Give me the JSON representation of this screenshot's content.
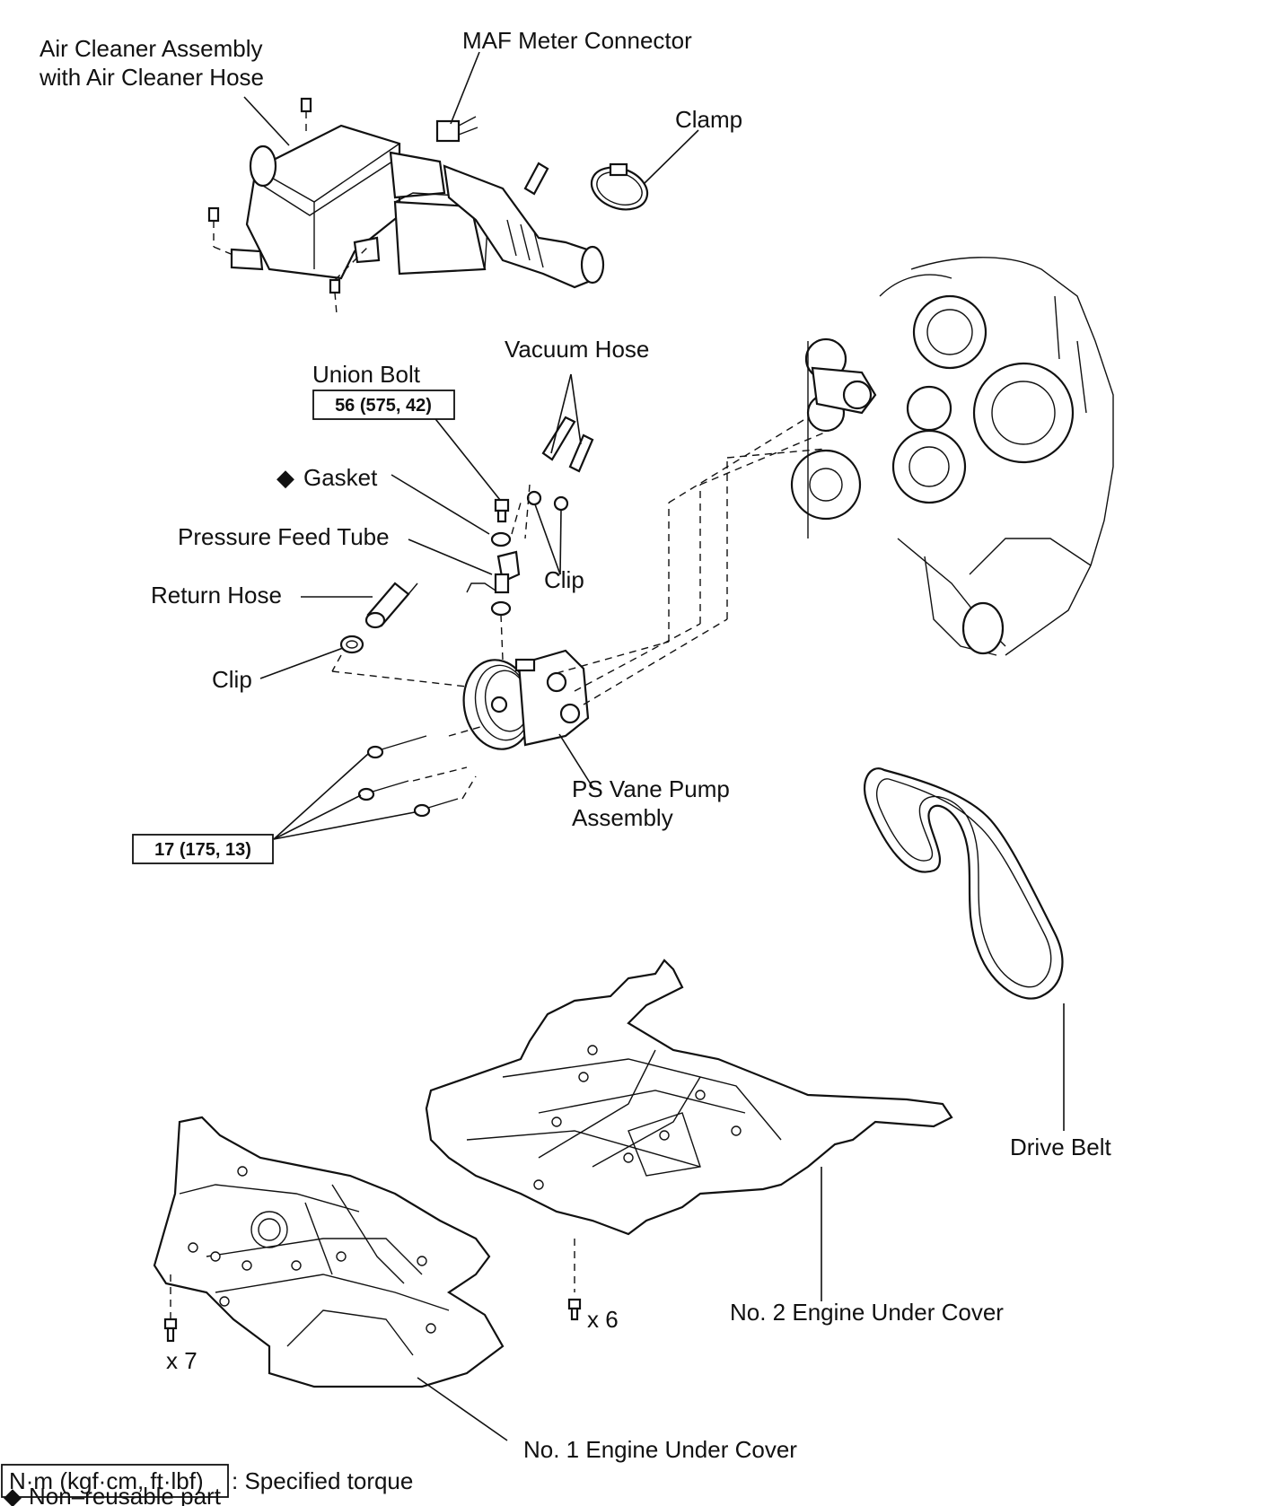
{
  "labels": {
    "air_cleaner": [
      "Air Cleaner Assembly",
      "with Air Cleaner Hose"
    ],
    "maf_connector": "MAF Meter Connector",
    "clamp": "Clamp",
    "vacuum_hose": "Vacuum Hose",
    "union_bolt": "Union Bolt",
    "gasket": "Gasket",
    "pressure_feed_tube": "Pressure Feed Tube",
    "return_hose": "Return Hose",
    "clip_upper": "Clip",
    "clip_lower": "Clip",
    "ps_vane_pump": [
      "PS Vane Pump",
      "Assembly"
    ],
    "drive_belt": "Drive Belt",
    "no2_under_cover": "No. 2 Engine Under Cover",
    "no1_under_cover": "No. 1 Engine Under Cover",
    "bolt_count_left": "x 7",
    "bolt_count_right": "x 6"
  },
  "torque_specs": {
    "union_bolt": "56 (575, 42)",
    "pump_bolts": "17 (175, 13)"
  },
  "symbols": {
    "non_reusable": "◆"
  },
  "legend": {
    "torque_box": "N·m (kgf·cm, ft·lbf)",
    "torque_desc": ": Specified torque",
    "non_reusable_desc": "Non–reusable part"
  }
}
